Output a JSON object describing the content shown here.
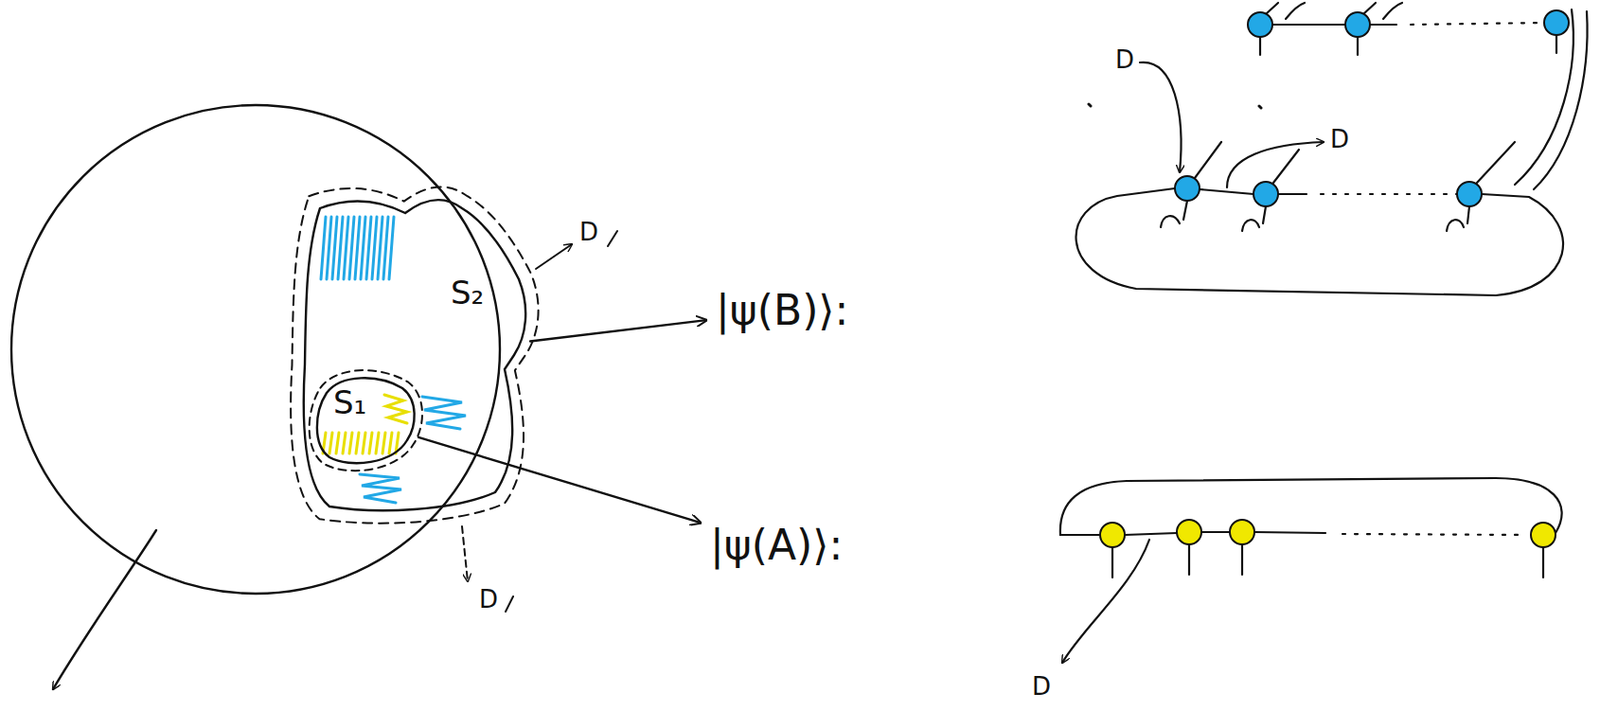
{
  "diagram": {
    "nodes": [
      {
        "text": [
          "S₂"
        ]
      },
      {
        "text": [
          "S₁"
        ],
        "in": 0
      },
      {
        "text": [
          "|ψ(B)⟩:"
        ]
      },
      {
        "text": [
          "|ψ(A)⟩:"
        ]
      }
    ],
    "edges": [
      {
        "from": 0,
        "to": 2,
        "arrow": "to"
      },
      {
        "from": 1,
        "to": 3,
        "arrow": "to"
      }
    ],
    "labels": [
      "D",
      "D",
      "D",
      "D",
      "D"
    ]
  }
}
